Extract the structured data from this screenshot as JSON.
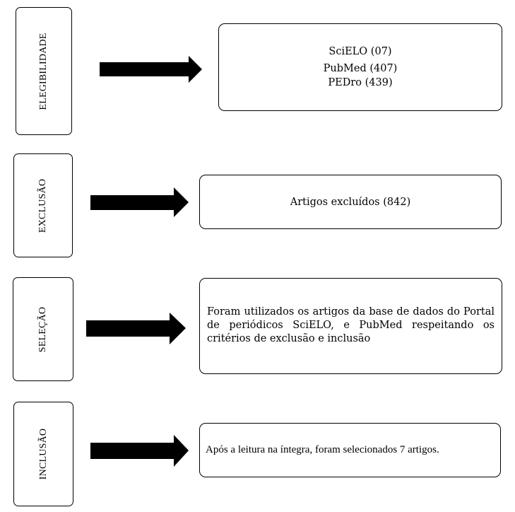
{
  "stages": [
    {
      "label": "ELEGIBILIDADE",
      "lines": [
        "SciELO (07)",
        "PubMed (407)",
        "PEDro (439)"
      ]
    },
    {
      "label": "EXCLUSÃO",
      "lines": [
        "Artigos excluídos (842)"
      ]
    },
    {
      "label": "SELEÇÃO",
      "text": "Foram utilizados os artigos da base de dados do Portal de periódicos SciELO, e PubMed respeitando os critérios de exclusão e inclusão"
    },
    {
      "label": "INCLUSÃO",
      "text": "Após a leitura na íntegra, foram selecionados 7 artigos."
    }
  ]
}
